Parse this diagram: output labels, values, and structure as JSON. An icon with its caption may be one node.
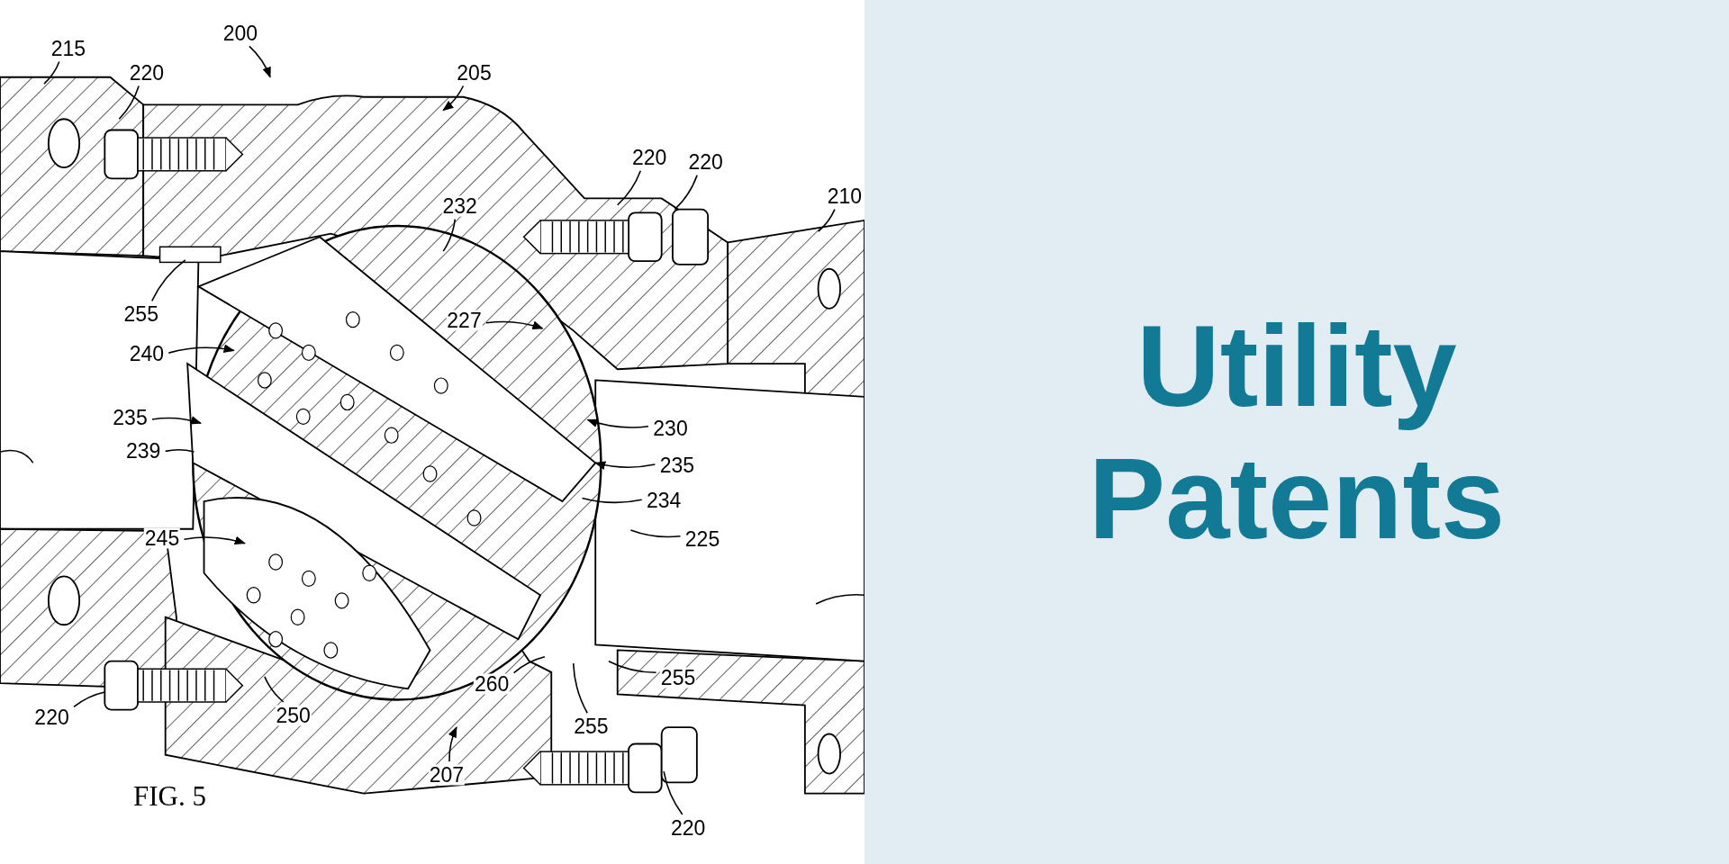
{
  "diagram": {
    "title": "Utility Patents",
    "nodes": [
      {
        "text": [
          "200"
        ]
      },
      {
        "text": [
          "215"
        ]
      },
      {
        "text": [
          "220"
        ]
      },
      {
        "text": [
          "205"
        ]
      },
      {
        "text": [
          "220"
        ]
      },
      {
        "text": [
          "220"
        ]
      },
      {
        "text": [
          "210"
        ]
      },
      {
        "text": [
          "232"
        ]
      },
      {
        "text": [
          "255"
        ]
      },
      {
        "text": [
          "227"
        ]
      },
      {
        "text": [
          "240"
        ]
      },
      {
        "text": [
          "235"
        ]
      },
      {
        "text": [
          "230"
        ]
      },
      {
        "text": [
          "239"
        ]
      },
      {
        "text": [
          "235"
        ]
      },
      {
        "text": [
          "234"
        ]
      },
      {
        "text": [
          "245"
        ]
      },
      {
        "text": [
          "225"
        ]
      },
      {
        "text": [
          "260"
        ]
      },
      {
        "text": [
          "255"
        ]
      },
      {
        "text": [
          "220"
        ]
      },
      {
        "text": [
          "250"
        ]
      },
      {
        "text": [
          "255"
        ]
      },
      {
        "text": [
          "207"
        ]
      },
      {
        "text": [
          "220"
        ]
      }
    ],
    "edges": [
      {
        "from": 0,
        "to": null,
        "arrow": "to"
      },
      {
        "from": 1,
        "to": null,
        "arrow": "none"
      },
      {
        "from": 2,
        "to": null,
        "arrow": "none"
      },
      {
        "from": 3,
        "to": null,
        "arrow": "to"
      },
      {
        "from": 4,
        "to": null,
        "arrow": "none"
      },
      {
        "from": 5,
        "to": null,
        "arrow": "none"
      },
      {
        "from": 6,
        "to": null,
        "arrow": "none"
      },
      {
        "from": 7,
        "to": null,
        "arrow": "none"
      },
      {
        "from": 8,
        "to": null,
        "arrow": "none"
      },
      {
        "from": 9,
        "to": null,
        "arrow": "to"
      },
      {
        "from": 10,
        "to": null,
        "arrow": "to"
      },
      {
        "from": 11,
        "to": null,
        "arrow": "to"
      },
      {
        "from": 12,
        "to": null,
        "arrow": "to"
      },
      {
        "from": 13,
        "to": null,
        "arrow": "none"
      },
      {
        "from": 14,
        "to": null,
        "arrow": "to"
      },
      {
        "from": 15,
        "to": null,
        "arrow": "none"
      },
      {
        "from": 16,
        "to": null,
        "arrow": "to"
      },
      {
        "from": 17,
        "to": null,
        "arrow": "none"
      },
      {
        "from": 18,
        "to": null,
        "arrow": "none"
      },
      {
        "from": 19,
        "to": null,
        "arrow": "none"
      },
      {
        "from": 20,
        "to": null,
        "arrow": "none"
      },
      {
        "from": 21,
        "to": null,
        "arrow": "none"
      },
      {
        "from": 22,
        "to": null,
        "arrow": "none"
      },
      {
        "from": 23,
        "to": null,
        "arrow": "to"
      },
      {
        "from": 24,
        "to": null,
        "arrow": "none"
      }
    ],
    "labels": [
      "FIG. 5"
    ]
  }
}
